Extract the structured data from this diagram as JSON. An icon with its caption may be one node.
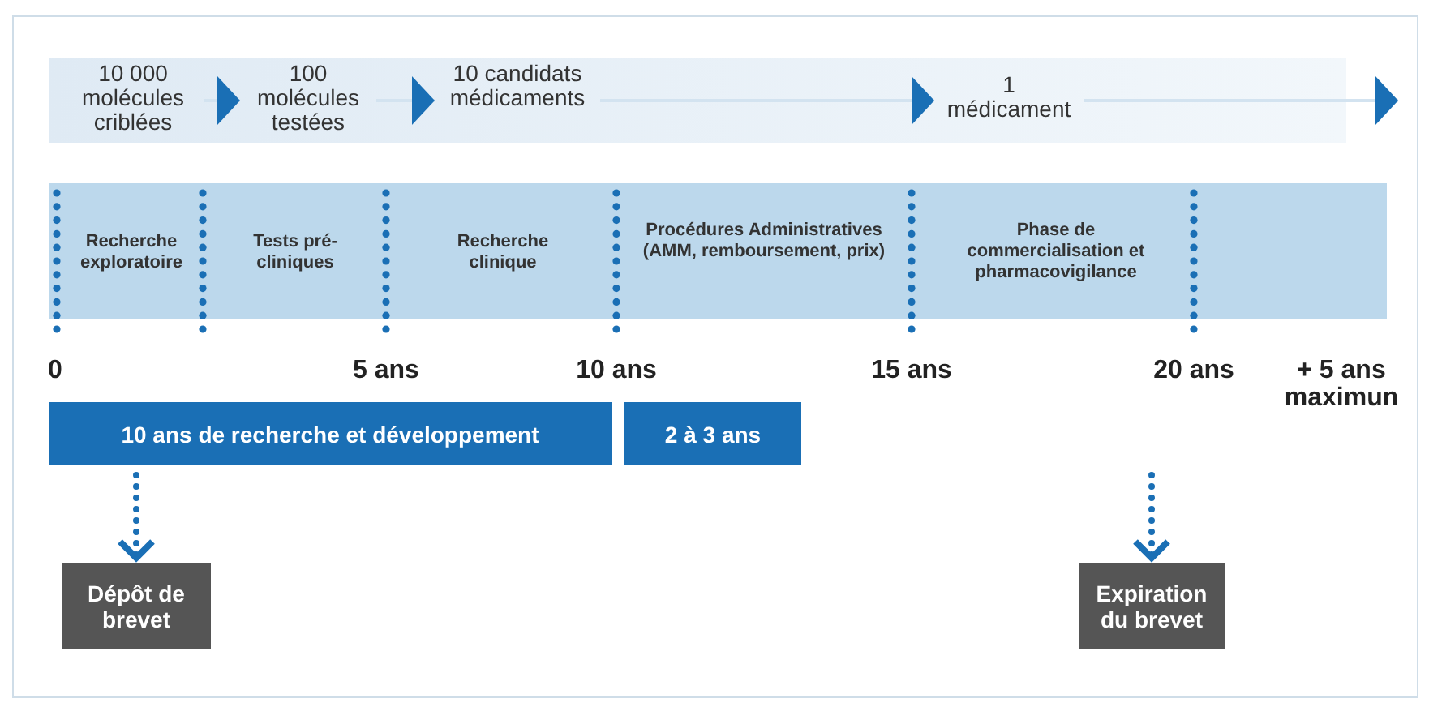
{
  "diagram": {
    "nodes": [
      {
        "text": [
          "10 000 molécules criblées"
        ]
      },
      {
        "text": [
          "100 molécules testées"
        ]
      },
      {
        "text": [
          "10 candidats médicaments"
        ]
      },
      {
        "text": [
          "1 médicament"
        ]
      },
      {
        "text": [
          "Recherche exploratoire"
        ]
      },
      {
        "text": [
          "Tests pré-cliniques"
        ]
      },
      {
        "text": [
          "Recherche clinique"
        ]
      },
      {
        "text": [
          "Procédures Administratives (AMM, remboursement, prix)"
        ]
      },
      {
        "text": [
          "Phase de commercialisation et pharmacovigilance"
        ]
      },
      {
        "text": [
          "10 ans de recherche et développement"
        ]
      },
      {
        "text": [
          "2 à 3 ans"
        ]
      },
      {
        "text": [
          "Dépôt de brevet"
        ]
      },
      {
        "text": [
          "Expiration du brevet"
        ]
      }
    ],
    "edges": [
      {
        "from": 0,
        "to": 1,
        "arrow": "to"
      },
      {
        "from": 1,
        "to": 2,
        "arrow": "to"
      },
      {
        "from": 2,
        "to": 3,
        "arrow": "to"
      },
      {
        "from": 3,
        "to": null,
        "arrow": "to"
      },
      {
        "from": 9,
        "to": 11,
        "arrow": "to",
        "style": "dashed",
        "color": "#1a6fb5"
      },
      {
        "from": null,
        "to": 12,
        "arrow": "to",
        "style": "dashed",
        "color": "#1a6fb5"
      }
    ],
    "labels": [
      "0",
      "5 ans",
      "10 ans",
      "15 ans",
      "20 ans",
      "+ 5 ans maximun"
    ]
  }
}
